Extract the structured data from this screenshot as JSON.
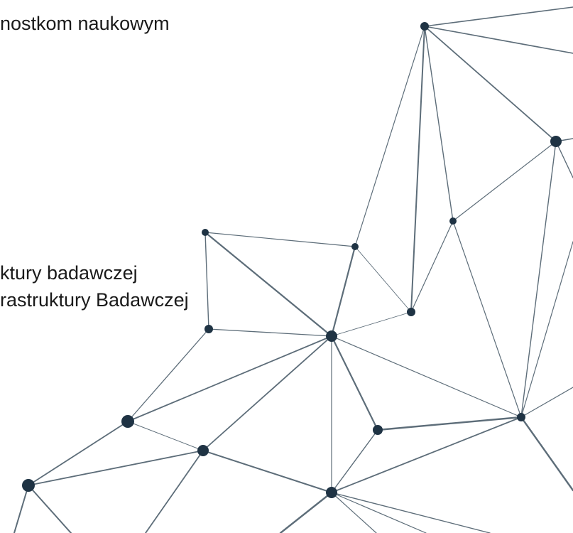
{
  "slide": {
    "lines": [
      "nostkom naukowym",
      "ktury badawczej",
      "rastruktury Badawczej"
    ]
  },
  "decoration": {
    "icon": "network-graph-icon",
    "line_color": "#5d6d79",
    "node_color": "#1f3344"
  }
}
